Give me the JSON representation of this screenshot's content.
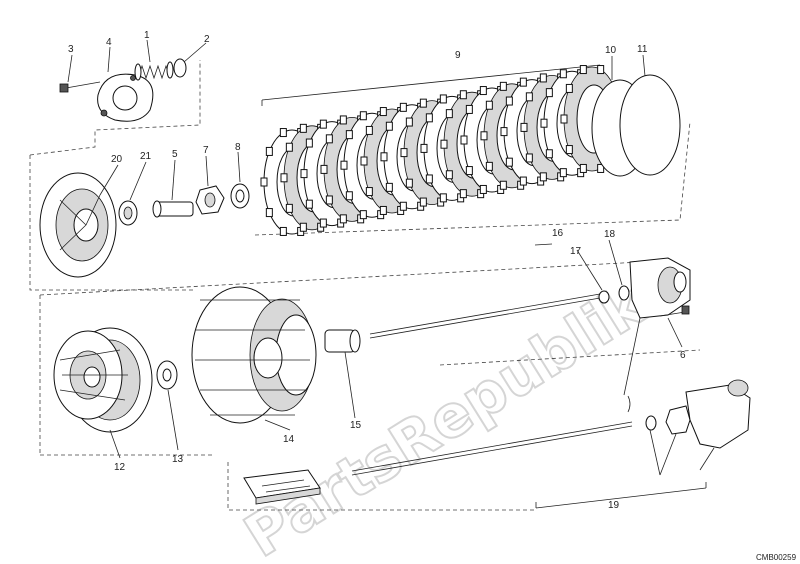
{
  "diagram": {
    "code": "CMB00259",
    "watermark": "PartsRepublik",
    "callouts": [
      "1",
      "2",
      "3",
      "4",
      "5",
      "6",
      "7",
      "8",
      "9",
      "10",
      "11",
      "12",
      "13",
      "14",
      "15",
      "16",
      "17",
      "18",
      "19",
      "20",
      "21"
    ]
  }
}
